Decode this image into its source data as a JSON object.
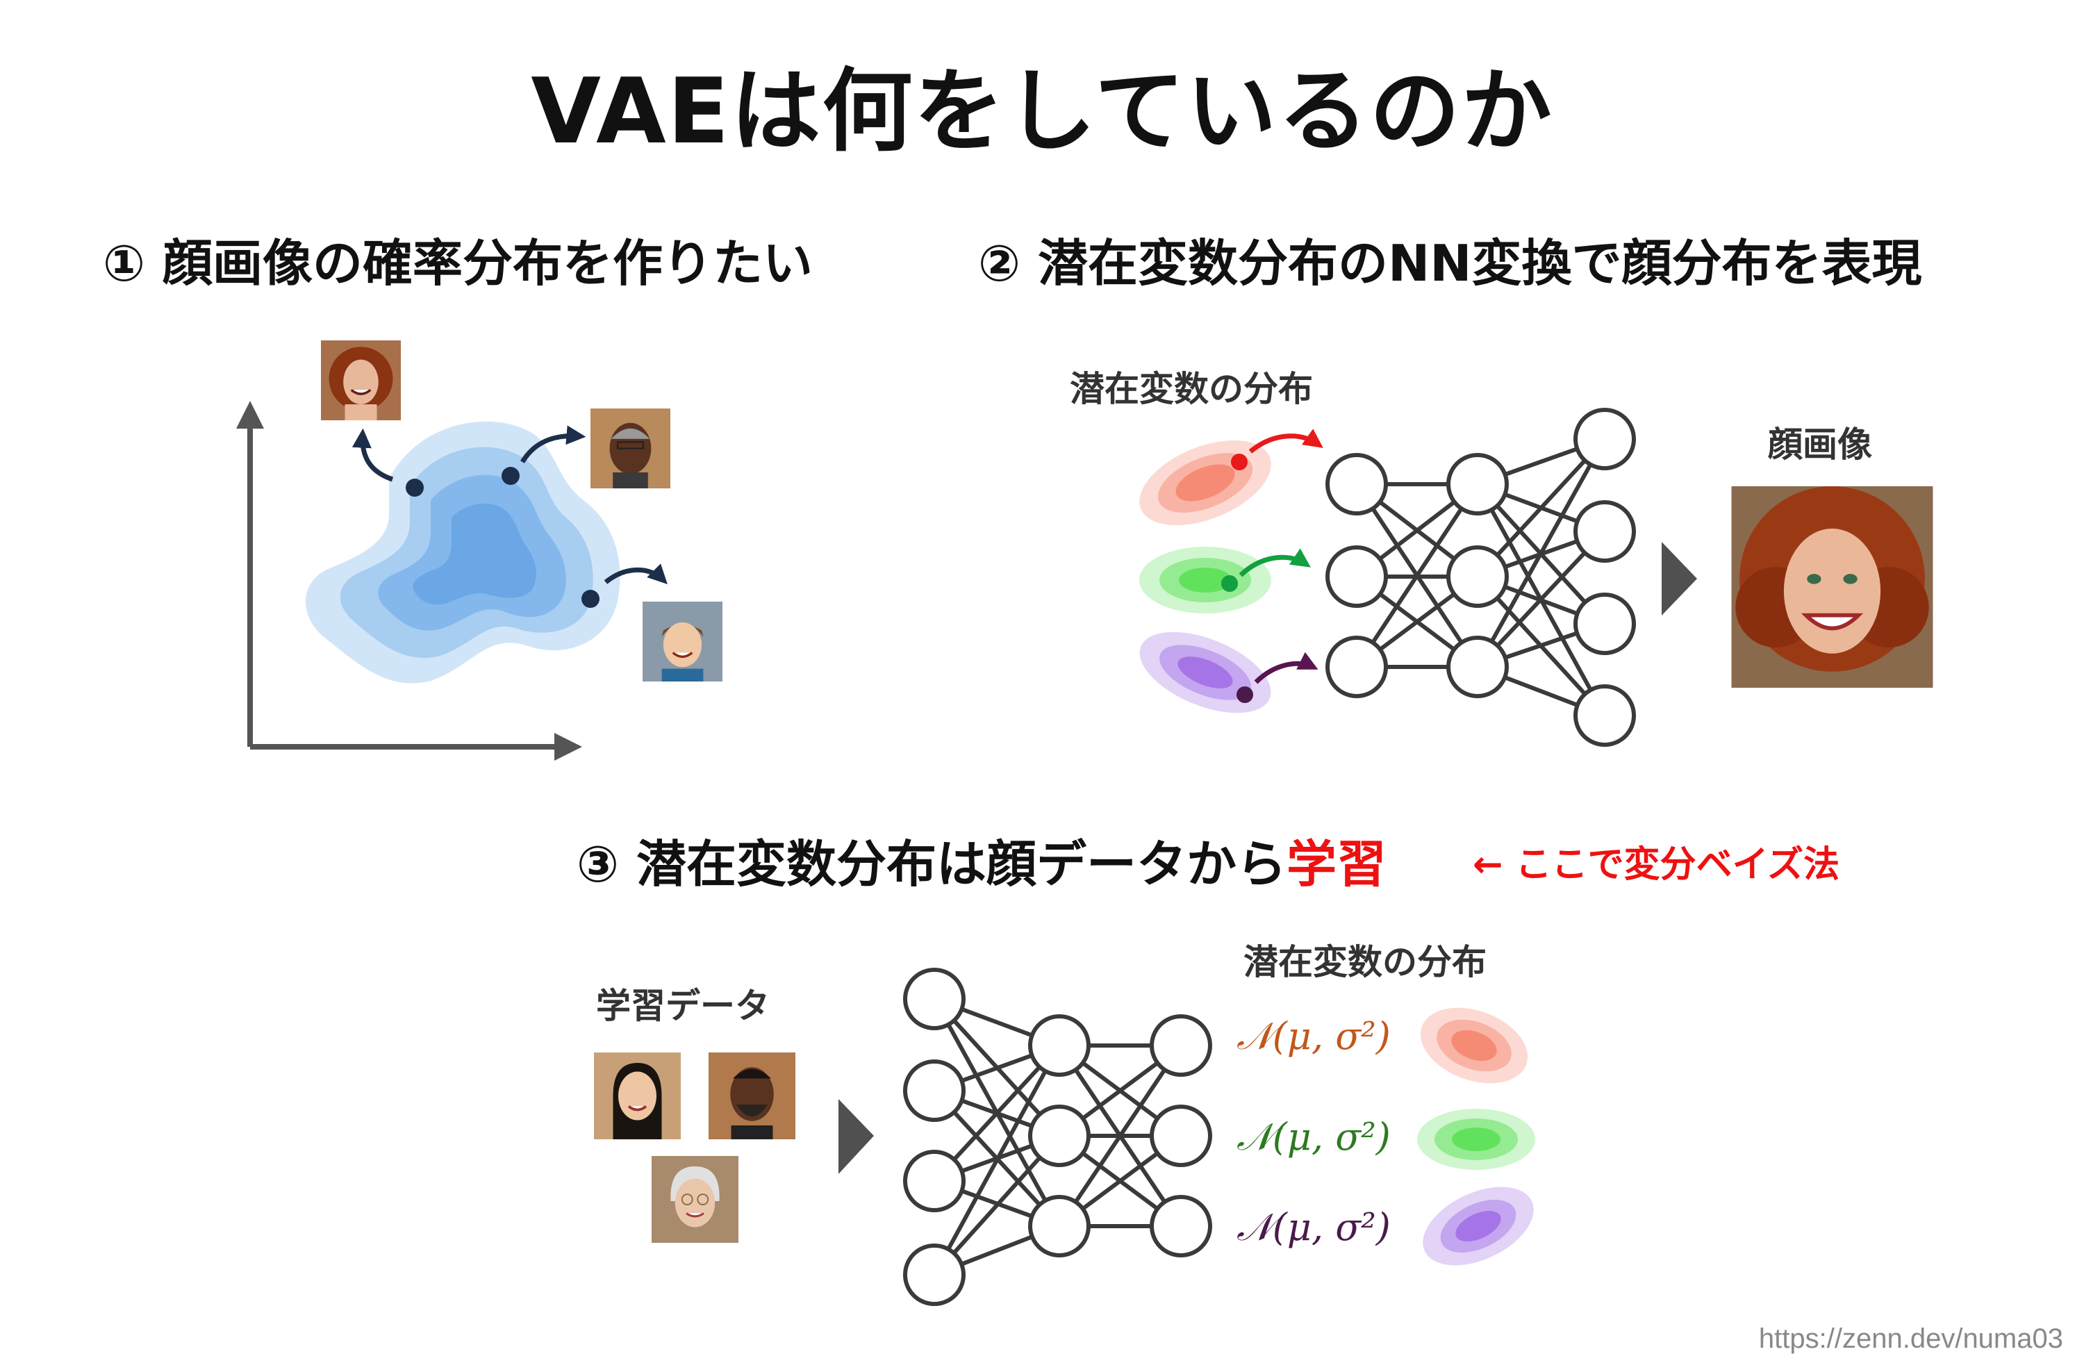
{
  "title": "VAEは何をしているのか",
  "sections": {
    "s1": "① 顔画像の確率分布を作りたい",
    "s2": "② 潜在変数分布のNN変換で顔分布を表現",
    "s3_main": "③ 潜在変数分布は顔データから",
    "s3_highlight": "学習",
    "s3_note": "← ここで変分ベイズ法"
  },
  "labels": {
    "latent_dist_top": "潜在変数の分布",
    "face_image": "顔画像",
    "training_data": "学習データ",
    "latent_dist_bottom": "潜在変数の分布"
  },
  "normal_labels": [
    "𝒩(μ, σ²)",
    "𝒩(μ, σ²)",
    "𝒩(μ, σ²)"
  ],
  "colors": {
    "red_dist": "#f46a4e",
    "green_dist": "#3fdc3a",
    "purple_dist": "#8c4fe0",
    "label_orange": "#c0581c",
    "label_green": "#2e7a22",
    "label_purple": "#4a1a4a",
    "arrow_red": "#e81a1a",
    "arrow_green": "#12a040",
    "arrow_purple": "#5a1450",
    "blob": "#5aa0e6",
    "highlight": "#ee1111"
  },
  "footer_url": "https://zenn.dev/numa03"
}
